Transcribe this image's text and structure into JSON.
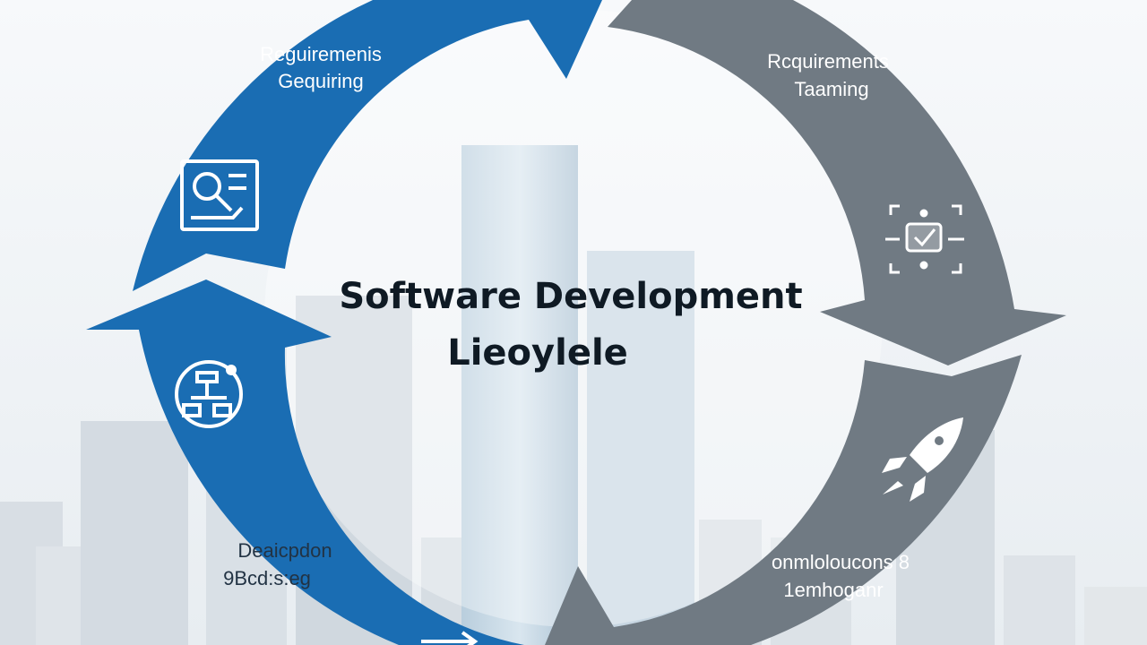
{
  "title": {
    "line1": "Software Development",
    "line2": "Lieoylele"
  },
  "segments": [
    {
      "id": "top-left",
      "label_line1": "Reguiremenis",
      "label_line2": "Gequiring",
      "icon": "search-document-icon",
      "color": "#1a6db3"
    },
    {
      "id": "top-right",
      "label_line1": "Rcquirements",
      "label_line2": "Taaming",
      "icon": "design-target-icon",
      "color": "#707a83"
    },
    {
      "id": "bottom-right",
      "label_line1": "onmloloucons 8",
      "label_line2": "1emhoganr",
      "icon": "rocket-icon",
      "color": "#707a83"
    },
    {
      "id": "bottom-left",
      "label_line1": "Deaicpdon",
      "label_line2": "9Bcd:s:eg",
      "icon": "workflow-icon",
      "color": "#1a6db3"
    }
  ],
  "colors": {
    "blue": "#1a6db3",
    "gray": "#707a83",
    "label_dark": "#223344",
    "label_light": "#ffffff"
  }
}
